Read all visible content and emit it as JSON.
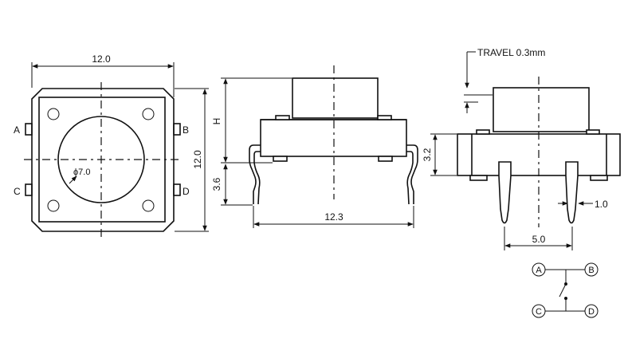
{
  "dimensions": {
    "top_width": "12.0",
    "top_height": "12.0",
    "cap_diameter": "ϕ7.0",
    "side_height": "H",
    "pin_length": "3.6",
    "side_width": "12.3",
    "travel": "TRAVEL 0.3mm",
    "body_height": "3.2",
    "pin_width": "1.0",
    "pin_pitch": "5.0"
  },
  "pin_labels": {
    "a": "A",
    "b": "B",
    "c": "C",
    "d": "D"
  },
  "schematic_labels": {
    "a": "A",
    "b": "B",
    "c": "C",
    "d": "D"
  }
}
